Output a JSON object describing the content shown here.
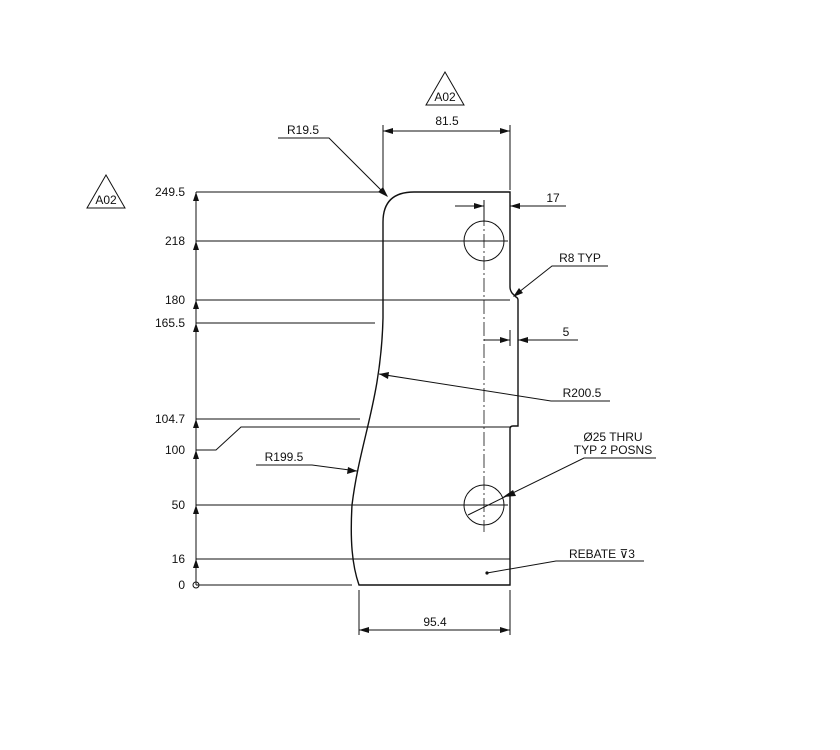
{
  "colors": {
    "line": "#111111",
    "background": "#ffffff"
  },
  "datum_tags": {
    "top": "A02",
    "left": "A02"
  },
  "ordinates": {
    "o0": "0",
    "o16": "16",
    "o50": "50",
    "o100": "100",
    "o104_7": "104.7",
    "o165_5": "165.5",
    "o180": "180",
    "o218": "218",
    "o249_5": "249.5"
  },
  "dimensions": {
    "top_width": "81.5",
    "bottom_width": "95.4",
    "hole_offset": "17",
    "rebate_width": "5"
  },
  "callouts": {
    "r19_5": "R19.5",
    "r8_typ": "R8 TYP",
    "r200_5": "R200.5",
    "r199_5": "R199.5",
    "hole_line1": "Ø25 THRU",
    "hole_line2": "TYP 2 POSNS",
    "rebate": "REBATE ⊽3"
  }
}
